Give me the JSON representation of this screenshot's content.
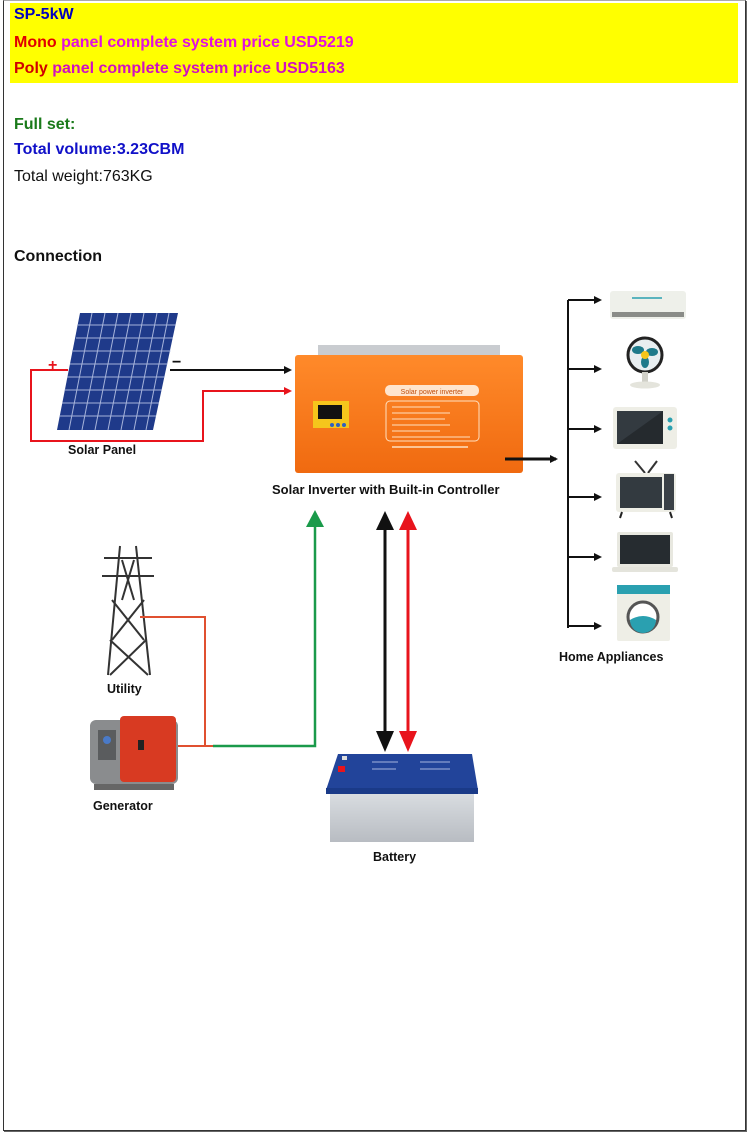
{
  "header": {
    "model": "SP-5kW",
    "mono_prefix": "Mono",
    "mono_text": " panel complete system price USD5219",
    "poly_prefix": "Poly",
    "poly_text": " panel complete system price USD5163",
    "background_color": "#ffff00"
  },
  "specs": {
    "full_set": "Full set:",
    "total_volume": "Total volume:3.23CBM",
    "total_weight": "Total weight:763KG"
  },
  "connection": {
    "heading": "Connection",
    "components": {
      "solar_panel": "Solar Panel",
      "inverter": "Solar Inverter with Built-in Controller",
      "inverter_plate": "Solar power inverter",
      "utility": "Utility",
      "generator": "Generator",
      "battery": "Battery",
      "home_appliances": "Home Appliances"
    },
    "polarity": {
      "positive": "+",
      "negative": "−"
    },
    "appliances": [
      "air-conditioner",
      "fan",
      "microwave",
      "tv",
      "laptop",
      "washing-machine"
    ],
    "wire_colors": {
      "positive": "#e8141c",
      "negative": "#111111",
      "ac_input": "#1a9a4a",
      "utility": "#e05030"
    }
  }
}
